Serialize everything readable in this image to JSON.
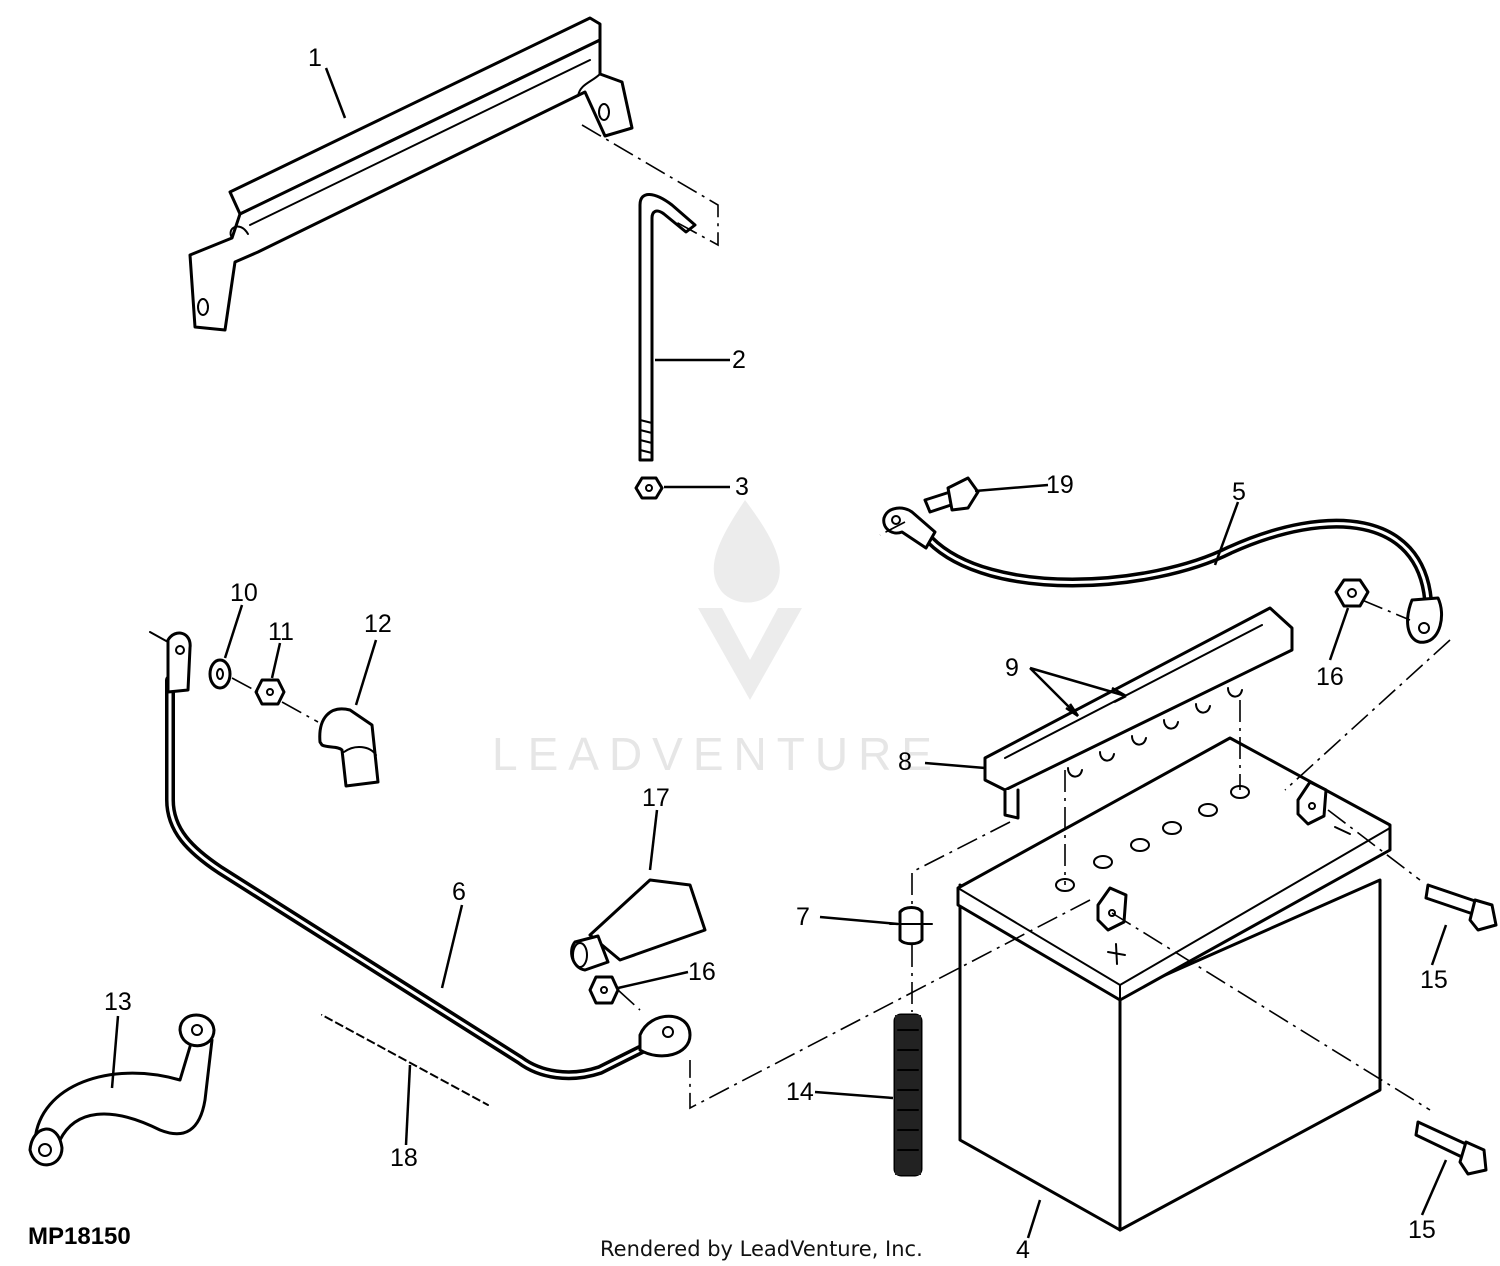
{
  "figure_code": "MP18150",
  "credit": "Rendered by LeadVenture, Inc.",
  "watermark": "LEADVENTURE",
  "callouts": [
    {
      "id": "1",
      "text": "1"
    },
    {
      "id": "2",
      "text": "2"
    },
    {
      "id": "3",
      "text": "3"
    },
    {
      "id": "4",
      "text": "4"
    },
    {
      "id": "5",
      "text": "5"
    },
    {
      "id": "6",
      "text": "6"
    },
    {
      "id": "7",
      "text": "7"
    },
    {
      "id": "8",
      "text": "8"
    },
    {
      "id": "9",
      "text": "9"
    },
    {
      "id": "10",
      "text": "10"
    },
    {
      "id": "11",
      "text": "11"
    },
    {
      "id": "12",
      "text": "12"
    },
    {
      "id": "13",
      "text": "13"
    },
    {
      "id": "14",
      "text": "14"
    },
    {
      "id": "15a",
      "text": "15"
    },
    {
      "id": "15b",
      "text": "15"
    },
    {
      "id": "16a",
      "text": "16"
    },
    {
      "id": "16b",
      "text": "16"
    },
    {
      "id": "17",
      "text": "17"
    },
    {
      "id": "18",
      "text": "18"
    },
    {
      "id": "19",
      "text": "19"
    }
  ]
}
